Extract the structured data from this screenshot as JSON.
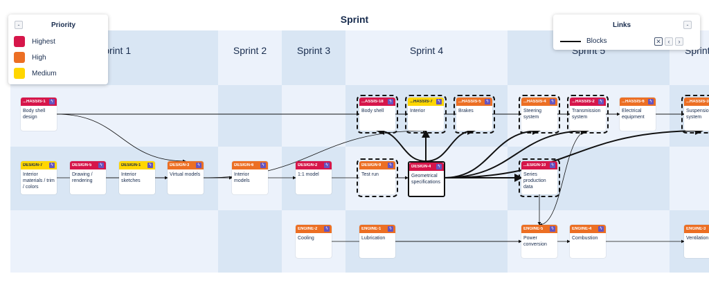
{
  "board": {
    "title": "Sprint"
  },
  "colors": {
    "priority_highest": "#d6164a",
    "priority_high": "#ec6f24",
    "priority_medium": "#ffd600",
    "band_dark": "#d9e6f4",
    "band_light": "#ecf2fb",
    "story_icon": "#6554c0"
  },
  "sprints": [
    {
      "label": "Sprint 1"
    },
    {
      "label": "Sprint 2"
    },
    {
      "label": "Sprint 3"
    },
    {
      "label": "Sprint 4"
    },
    {
      "label": "Sprint 5"
    },
    {
      "label": "Sprint"
    }
  ],
  "priority_panel": {
    "title": "Priority",
    "collapse_label": "-",
    "items": [
      {
        "label": "Highest",
        "color": "#d6164a"
      },
      {
        "label": "High",
        "color": "#ec6f24"
      },
      {
        "label": "Medium",
        "color": "#ffd600"
      }
    ]
  },
  "links_panel": {
    "title": "Links",
    "collapse_label": "-",
    "items": [
      {
        "label": "Blocks",
        "checked": true
      }
    ],
    "nav_prev": "‹",
    "nav_next": "›"
  },
  "cards": [
    {
      "id": "c1",
      "key": "...HASSIS-1",
      "title": "Body shell design",
      "priority": "Highest"
    },
    {
      "id": "c2",
      "key": "...ASSIS-18",
      "title": "Body shell",
      "priority": "Highest"
    },
    {
      "id": "c3",
      "key": "...HASSIS-7",
      "title": "Interior",
      "priority": "Medium"
    },
    {
      "id": "c4",
      "key": "...HASSIS-5",
      "title": "Brakes",
      "priority": "High"
    },
    {
      "id": "c5",
      "key": "...HASSIS-4",
      "title": "Steering system",
      "priority": "High"
    },
    {
      "id": "c6",
      "key": "...HASSIS-2",
      "title": "Transmission system",
      "priority": "Highest"
    },
    {
      "id": "c7",
      "key": "...HASSIS-6",
      "title": "Electrical equipment",
      "priority": "High"
    },
    {
      "id": "c8",
      "key": "...HASSIS-3",
      "title": "Suspension system",
      "priority": "High"
    },
    {
      "id": "c9",
      "key": "DESIGN-7",
      "title": "Interior materials / trim / colors",
      "priority": "Medium"
    },
    {
      "id": "c10",
      "key": "DESIGN-5",
      "title": "Drawing / rendering",
      "priority": "Highest"
    },
    {
      "id": "c11",
      "key": "DESIGN-1",
      "title": "Interior sketches",
      "priority": "Medium"
    },
    {
      "id": "c12",
      "key": "DESIGN-3",
      "title": "Virtual models",
      "priority": "High"
    },
    {
      "id": "c13",
      "key": "DESIGN-6",
      "title": "Interior models",
      "priority": "High"
    },
    {
      "id": "c14",
      "key": "DESIGN-2",
      "title": "1:1 model",
      "priority": "Highest"
    },
    {
      "id": "c15",
      "key": "DESIGN-9",
      "title": "Test run",
      "priority": "High"
    },
    {
      "id": "c16",
      "key": "DESIGN-4",
      "title": "Geometrical specifications",
      "priority": "Highest"
    },
    {
      "id": "c17",
      "key": "...ESIGN-10",
      "title": "Series production data",
      "priority": "Highest"
    },
    {
      "id": "c18",
      "key": "ENGINE-2",
      "title": "Cooling",
      "priority": "High"
    },
    {
      "id": "c19",
      "key": "ENGINE-1",
      "title": "Lubrication",
      "priority": "High"
    },
    {
      "id": "c20",
      "key": "ENGINE-5",
      "title": "Power conversion",
      "priority": "High"
    },
    {
      "id": "c21",
      "key": "ENGINE-4",
      "title": "Combustion",
      "priority": "High"
    },
    {
      "id": "c22",
      "key": "ENGINE-3",
      "title": "Ventilation",
      "priority": "High"
    }
  ]
}
